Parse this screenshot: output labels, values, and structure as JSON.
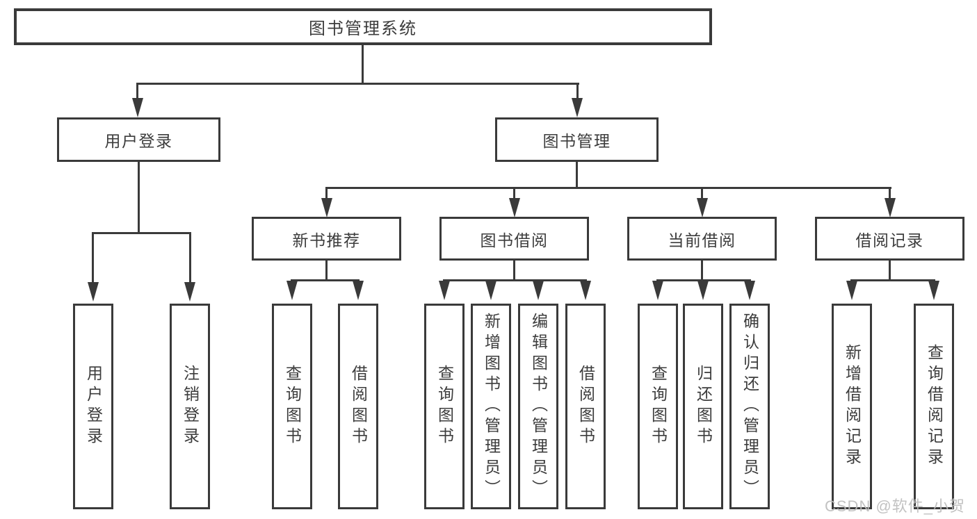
{
  "colors": {
    "line": "#3a3a3a",
    "text": "#3c3c3c",
    "watermark": "#bdbdbd",
    "background": "#ffffff"
  },
  "watermark": "CSDN @软件_小贺同学",
  "tree": {
    "root": {
      "label": "图书管理系统",
      "children": [
        {
          "label": "用户登录",
          "children": [
            {
              "label": "用户登录"
            },
            {
              "label": "注销登录"
            }
          ]
        },
        {
          "label": "图书管理",
          "children": [
            {
              "label": "新书推荐",
              "children": [
                {
                  "label": "查询图书"
                },
                {
                  "label": "借阅图书"
                }
              ]
            },
            {
              "label": "图书借阅",
              "children": [
                {
                  "label": "查询图书"
                },
                {
                  "label": "新增图书（管理员）"
                },
                {
                  "label": "编辑图书（管理员）"
                },
                {
                  "label": "借阅图书"
                }
              ]
            },
            {
              "label": "当前借阅",
              "children": [
                {
                  "label": "查询图书"
                },
                {
                  "label": "归还图书"
                },
                {
                  "label": "确认归还（管理员）"
                }
              ]
            },
            {
              "label": "借阅记录",
              "children": [
                {
                  "label": "新增借阅记录"
                },
                {
                  "label": "查询借阅记录"
                }
              ]
            }
          ]
        }
      ]
    }
  }
}
